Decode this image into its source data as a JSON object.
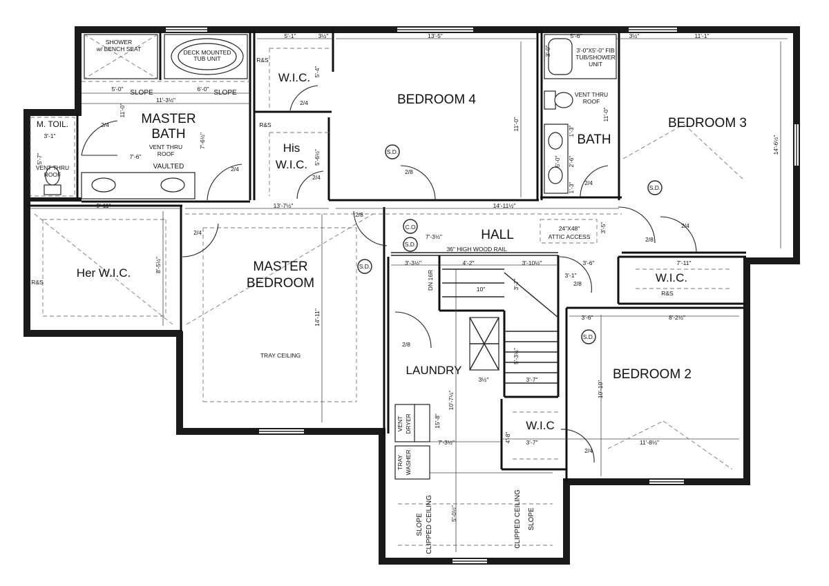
{
  "rooms": {
    "master_bath": [
      "MASTER",
      "BATH"
    ],
    "master_bedroom": [
      "MASTER",
      "BEDROOM"
    ],
    "bedroom4": "BEDROOM 4",
    "bedroom3": "BEDROOM 3",
    "bedroom2": "BEDROOM 2",
    "bath": "BATH",
    "hall": "HALL",
    "laundry": "LAUNDRY",
    "her_wic": "Her W.I.C.",
    "his_wic": [
      "His",
      "W.I.C."
    ],
    "wic_top": "W.I.C.",
    "wic_right": "W.I.C.",
    "wic_bottom": "W.I.C",
    "m_toil": "M. TOIL."
  },
  "fixtures": {
    "shower": [
      "SHOWER",
      "w/ BENCH SEAT"
    ],
    "tub": [
      "DECK MOUNTED",
      "TUB UNIT"
    ],
    "fib_tub": [
      "3'-0\"X5'-0\" FIB",
      "TUB/SHOWER",
      "UNIT"
    ],
    "vent_roof_bath": [
      "VENT THRU",
      "ROOF"
    ],
    "vent_roof_master": [
      "VENT THRU",
      "ROOF"
    ],
    "vent_roof_toil": [
      "VENT THRU",
      "ROOF"
    ],
    "vaulted": "VAULTED",
    "tray_ceiling": "TRAY CEILING",
    "attic": [
      "24\"X48\"",
      "ATTIC ACCESS"
    ],
    "wood_rail": "36\" HIGH WOOD RAIL",
    "dn": "DN 16R",
    "clipped_left": [
      "SLOPE",
      "CLIPPED CEILING"
    ],
    "clipped_right": [
      "CLIPPED CEILING",
      "SLOPE"
    ],
    "dryer": [
      "VENT",
      "DRYER"
    ],
    "washer": [
      "TRAY",
      "WASHER"
    ],
    "rs": "R&S",
    "slope": "SLOPE",
    "sd": "S.D.",
    "co": "C.O"
  },
  "dims": {
    "d_5_0": "5'-0\"",
    "d_6_0": "6'-0\"",
    "d_11_3": "11'-3½\"",
    "d_11_0_bath": "11'-0\"",
    "d_7_6": "7'-6\"",
    "d_7_6v": "7'-6½\"",
    "d_3_1": "3'-1\"",
    "d_5_7": "5'-7\"",
    "d_9_11": "9'-11\"",
    "d_8_5": "8'-5½\"",
    "d_5_1": "5'-1\"",
    "d_3h": "3½\"",
    "d_13_5": "13'-5\"",
    "d_5_6": "5'-6\"",
    "d_11_1": "11'-1\"",
    "d_5_4": "5'-4\"",
    "d_5_6v": "5'-6½\"",
    "d_13_7": "13'-7½\"",
    "d_14_11": "14'-11½\"",
    "d_11_0_b4": "11'-0\"",
    "d_3_0": "3'-0\"",
    "d_5_0v": "5'-0\"",
    "d_2_6": "2'-6\"",
    "d_1_3": "1'-3\"",
    "d_11_0_b": "11'-0\"",
    "d_14_6": "14'-6½\"",
    "d_7_3": "7'-3½\"",
    "d_3_3": "3'-3½\"",
    "d_4_2": "4'-2\"",
    "d_3_10": "3'-10½\"",
    "d_3_6": "3'-6\"",
    "d_7_11": "7'-11\"",
    "d_3_5": "3'-5\"",
    "d_3_1b": "3'-1\"",
    "d_14_11v": "14'-11\"",
    "d_10": "10\"",
    "d_3_7": "3'-7\"",
    "d_8_2": "8'-2½\"",
    "d_10_10": "10'-10\"",
    "d_5_3": "5'-3½\"",
    "d_10_7": "10'-7½\"",
    "d_15_8": "15'-8\"",
    "d_7_3b": "7'-3½\"",
    "d_11_8": "11'-8½\"",
    "d_4_8": "4'-8\"",
    "d_5_0b": "5'-0½\"",
    "d_3_6b": "3'-6\"",
    "d_1_3b": "1'-3\""
  },
  "doors": {
    "d24": "2/4",
    "d28": "2/8"
  }
}
